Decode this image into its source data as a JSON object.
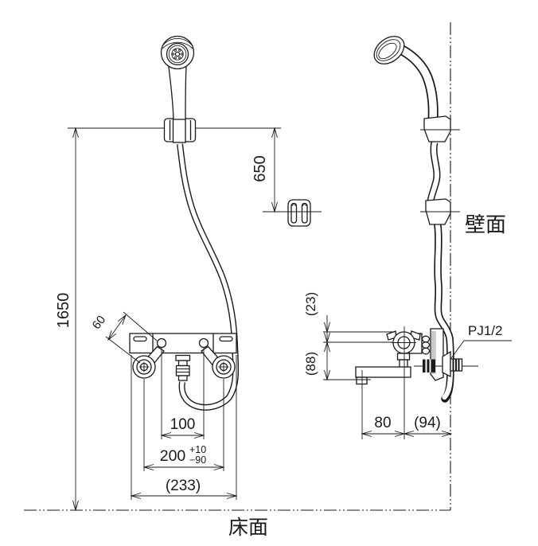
{
  "colors": {
    "line": "#1a1a1a",
    "shade": "#c9c9cc",
    "background": "#ffffff"
  },
  "labels": {
    "wall_surface": "壁面",
    "floor_surface": "床面",
    "pipe_thread": "PJ1/2"
  },
  "dimensions": {
    "hanger_height": "1650",
    "hook_offset": "650",
    "handle_length": "60",
    "outlet_span": "100",
    "pitch": "200",
    "pitch_tolerance_plus": "+10",
    "pitch_tolerance_minus": "−90",
    "overall_width": "(233)",
    "top_clearance": "(23)",
    "body_height": "(88)",
    "spout_reach": "80",
    "wall_projection": "(94)"
  }
}
